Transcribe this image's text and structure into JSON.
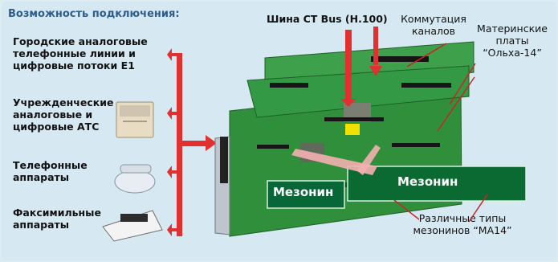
{
  "title": "Возможность подключения:",
  "left_items": [
    {
      "lines": [
        "Городские аналоговые",
        "телефонные линии и",
        "цифровые потоки Е1"
      ]
    },
    {
      "lines": [
        "Учрежденческие",
        "аналоговые и",
        "цифровые АТС"
      ]
    },
    {
      "lines": [
        "Телефонные",
        "аппараты"
      ]
    },
    {
      "lines": [
        "Факсимильные",
        "аппараты"
      ]
    }
  ],
  "labels": {
    "bus": "Шина CT Bus (H.100)",
    "switching": [
      "Коммутация",
      "каналов"
    ],
    "mother_boards": [
      "Материнские",
      "платы",
      "“Ольха-14”"
    ],
    "mezzanine_types": [
      "Различные типы",
      "мезонинов “MA14”"
    ],
    "mezzanine_1": "Мезонин",
    "mezzanine_2": "Мезонин"
  },
  "colors": {
    "arrow_red": "#e03030",
    "board_green": "#3a9f45",
    "mezzanine_green": "#0b6a32",
    "title_blue": "#2d5d8a"
  }
}
